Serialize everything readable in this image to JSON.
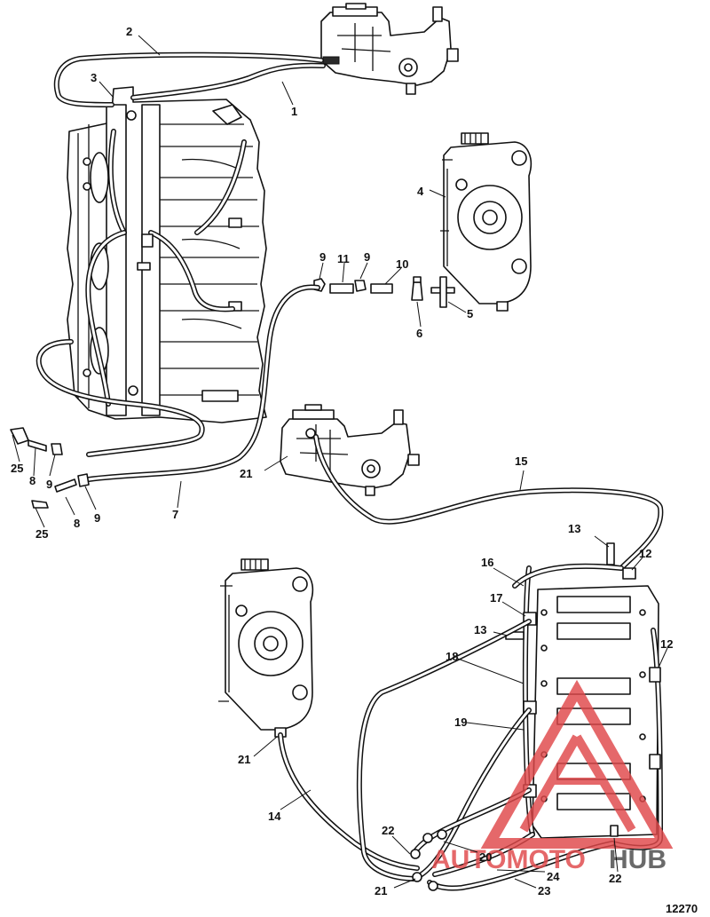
{
  "diagram": {
    "figure_number": "12270",
    "callouts": [
      {
        "id": "c1",
        "label": "1"
      },
      {
        "id": "c2",
        "label": "2"
      },
      {
        "id": "c3",
        "label": "3"
      },
      {
        "id": "c4",
        "label": "4"
      },
      {
        "id": "c5",
        "label": "5"
      },
      {
        "id": "c6",
        "label": "6"
      },
      {
        "id": "c7",
        "label": "7"
      },
      {
        "id": "c8a",
        "label": "8"
      },
      {
        "id": "c8b",
        "label": "8"
      },
      {
        "id": "c9a",
        "label": "9"
      },
      {
        "id": "c9b",
        "label": "9"
      },
      {
        "id": "c9c",
        "label": "9"
      },
      {
        "id": "c9d",
        "label": "9"
      },
      {
        "id": "c10",
        "label": "10"
      },
      {
        "id": "c11",
        "label": "11"
      },
      {
        "id": "c12a",
        "label": "12"
      },
      {
        "id": "c12b",
        "label": "12"
      },
      {
        "id": "c13a",
        "label": "13"
      },
      {
        "id": "c13b",
        "label": "13"
      },
      {
        "id": "c14",
        "label": "14"
      },
      {
        "id": "c15",
        "label": "15"
      },
      {
        "id": "c16",
        "label": "16"
      },
      {
        "id": "c17",
        "label": "17"
      },
      {
        "id": "c18",
        "label": "18"
      },
      {
        "id": "c19",
        "label": "19"
      },
      {
        "id": "c20",
        "label": "20"
      },
      {
        "id": "c21a",
        "label": "21"
      },
      {
        "id": "c21b",
        "label": "21"
      },
      {
        "id": "c21c",
        "label": "21"
      },
      {
        "id": "c22a",
        "label": "22"
      },
      {
        "id": "c22b",
        "label": "22"
      },
      {
        "id": "c23",
        "label": "23"
      },
      {
        "id": "c24",
        "label": "24"
      },
      {
        "id": "c25a",
        "label": "25"
      },
      {
        "id": "c25b",
        "label": "25"
      }
    ]
  },
  "watermark": {
    "text_a": "AUTOMOTO",
    "text_b": "HUB",
    "color_red": "#e0484a",
    "color_dark": "#4a4a4a"
  }
}
